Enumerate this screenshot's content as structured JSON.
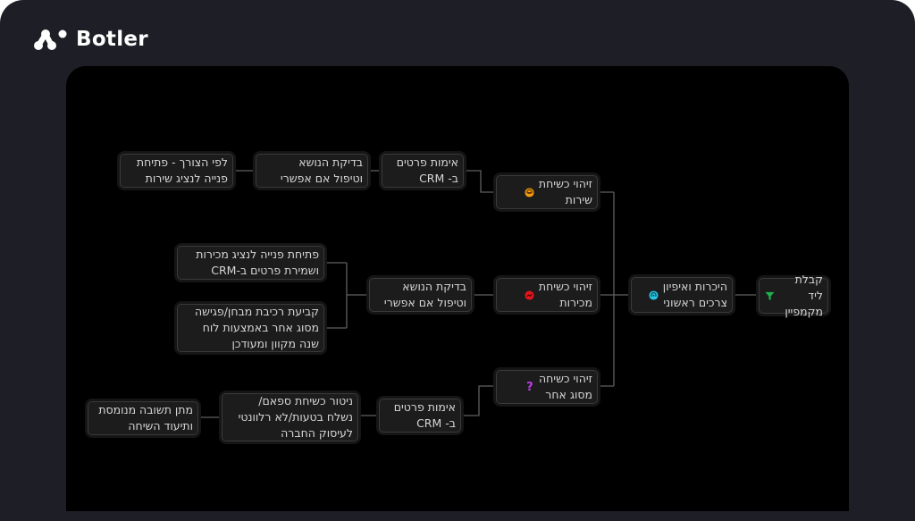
{
  "header": {
    "brand_name": "Botler",
    "logo_icon": "botler-logo-icon"
  },
  "flow": {
    "nodes": {
      "lead": {
        "text": "קבלת ליד\nמקמפיין",
        "icon": "funnel-icon",
        "icon_color": "#1fb04f"
      },
      "intro": {
        "text": "היכרות ואיפיון\nצרכים ראשוני",
        "icon": "chat-bubbles-icon",
        "icon_color": "#29c3e6"
      },
      "service_detect": {
        "text": "זיהוי כשיחת\nשירות",
        "icon": "headset-icon",
        "icon_color": "#f29b0c"
      },
      "sales_detect": {
        "text": "זיהוי כשיחת\nמכירות",
        "icon": "sales-trend-icon",
        "icon_color": "#e0161c"
      },
      "other_detect": {
        "text": "זיהוי כשיחה\nמסוג אחר",
        "icon": "question-mark-icon",
        "icon_color": "#c03ee8"
      },
      "service_verify": {
        "text": "אימות פרטים\nב- CRM"
      },
      "service_check": {
        "text": "בדיקת הנושא\nוטיפול אם אפשרי"
      },
      "service_ticket": {
        "text": "לפי הצורך - פתיחת\nפנייה לנציג שירות"
      },
      "sales_check": {
        "text": "בדיקת הנושא\nוטיפול אם אפשרי"
      },
      "sales_ticket": {
        "text": "פתיחת פנייה לנציג מכירות\nושמירת פרטים ב-CRM"
      },
      "sales_schedule": {
        "text": "קביעת רכיבת מבחן/פגישה\nמסוג אחר באמצעות לוח\nשנה מקוון ומעודכן"
      },
      "other_verify": {
        "text": "אימות פרטים\nב- CRM"
      },
      "other_monitor": {
        "text": "ניטור כשיחת ספאם/\nנשלח בטעות/לא רלוונטי\nלעיסוק החברה"
      },
      "other_reply": {
        "text": "מתן תשובה מנומסת\nותיעוד השיחה"
      }
    },
    "colors": {
      "frame_bg": "#1e1f26",
      "canvas_bg": "#000000",
      "node_bg": "#1c1c1c",
      "node_border": "#3a3a3a",
      "edge": "#5f5f5f"
    }
  }
}
